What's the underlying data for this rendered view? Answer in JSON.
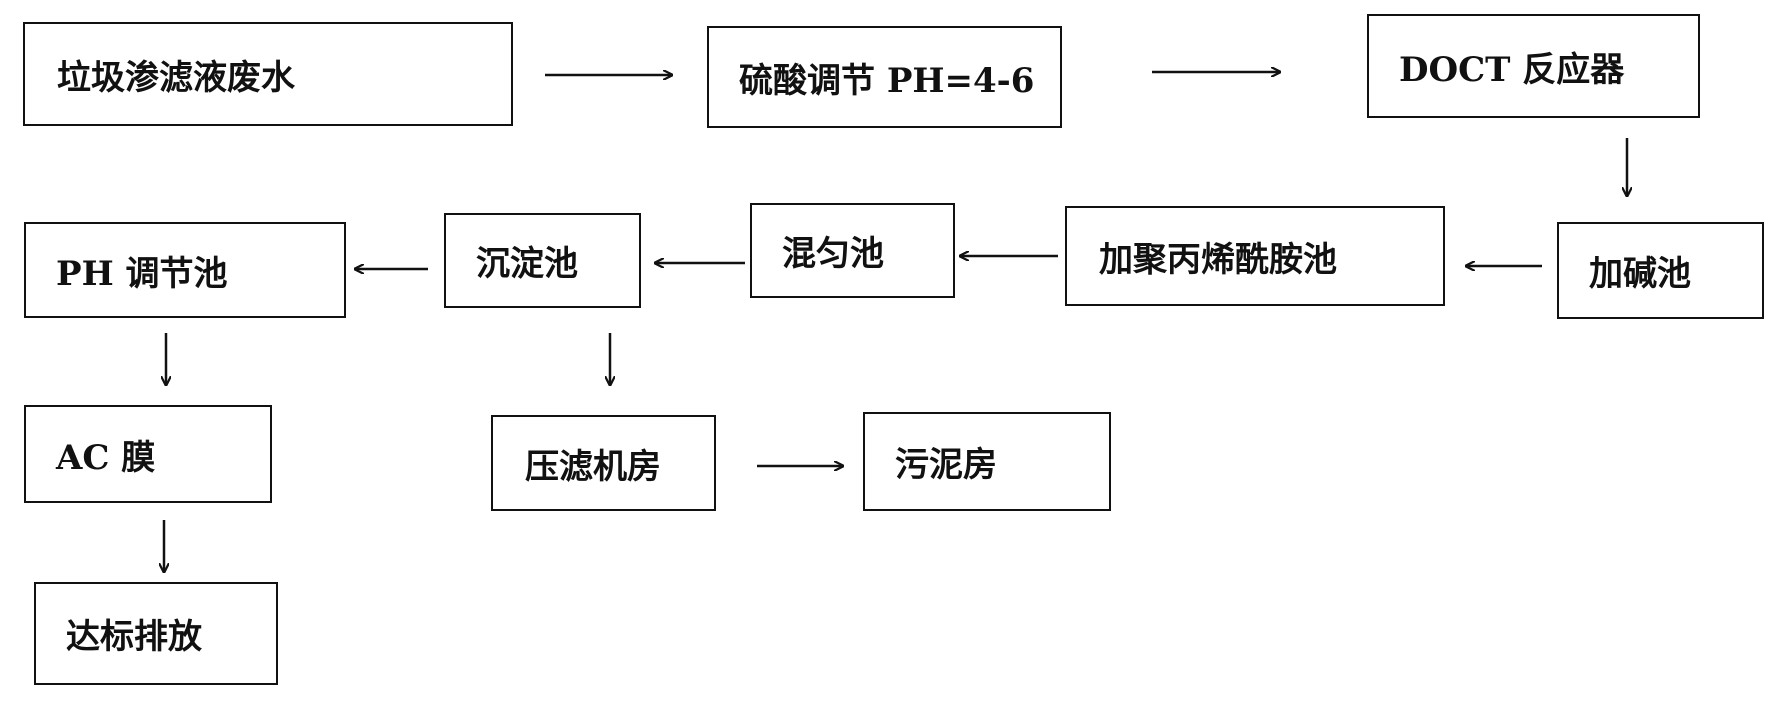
{
  "nodes": {
    "landfill_leachate": "垃圾渗滤液废水",
    "sulfuric_acid_ph": "硫酸调节 PH=4-6",
    "doct_reactor": "DOCT 反应器",
    "alkali_tank": "加碱池",
    "pam_tank": "加聚丙烯酰胺池",
    "mixing_tank": "混匀池",
    "sedimentation_tank": "沉淀池",
    "ph_adjust_tank": "PH 调节池",
    "ac_membrane": "AC 膜",
    "discharge": "达标排放",
    "filter_press_room": "压滤机房",
    "sludge_room": "污泥房"
  }
}
